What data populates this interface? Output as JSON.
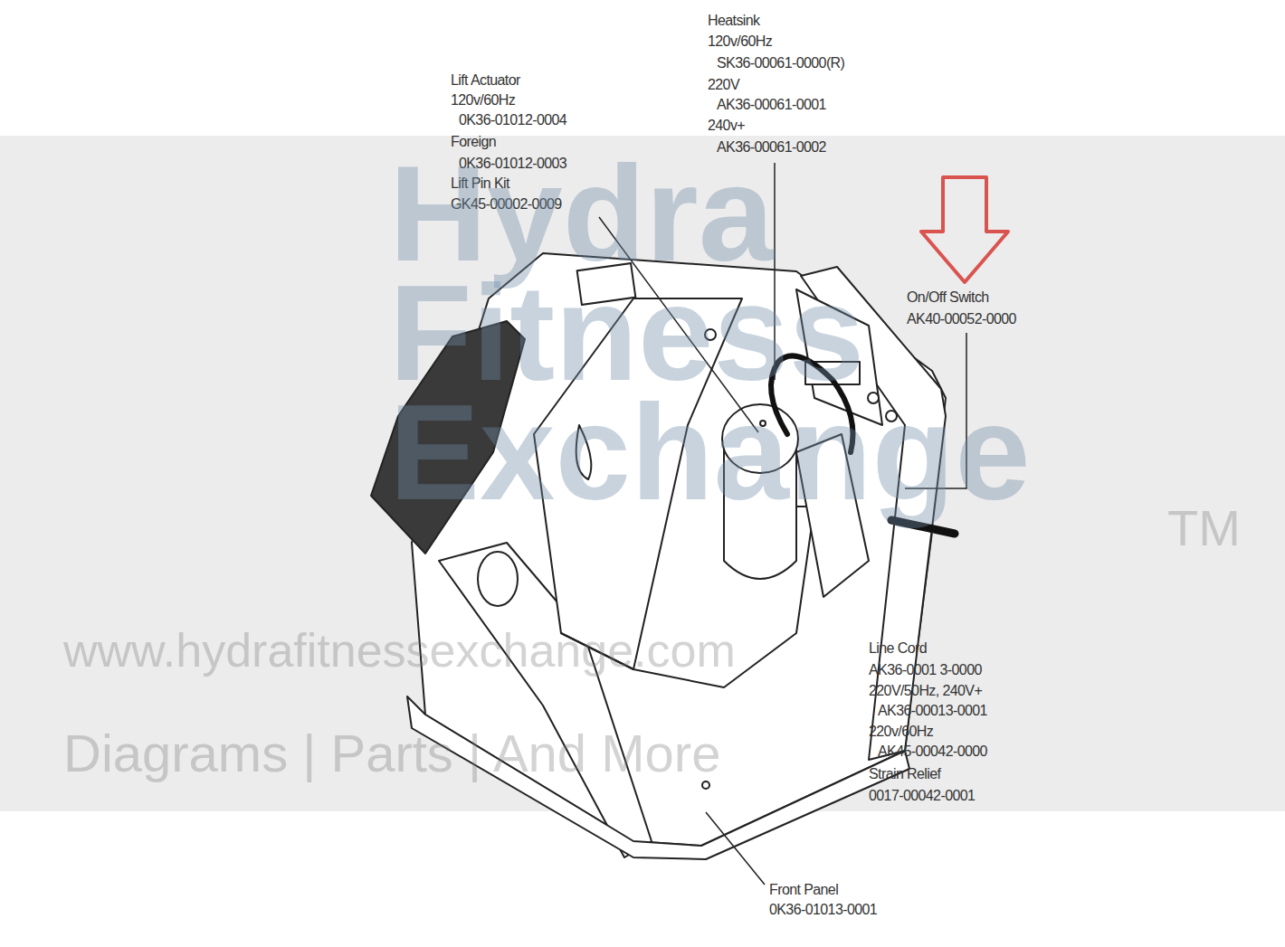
{
  "diagram": {
    "labels": [
      "Lift Actuator",
      "120v/60Hz",
      "0K36-01012-0004",
      "Foreign",
      "0K36-01012-0003",
      "Lift Pin Kit",
      "GK45-00002-0009",
      "Heatsink",
      "120v/60Hz",
      "SK36-00061-0000(R)",
      "220V",
      "AK36-00061-0001",
      "240v+",
      "AK36-00061-0002",
      "On/Off Switch",
      "AK40-00052-0000",
      "Line Cord",
      "AK36-0001 3-0000",
      "220V/50Hz, 240V+",
      "AK36-00013-0001",
      "220v/60Hz",
      "AK45-00042-0000",
      "Strain Relief",
      "0017-00042-0001",
      "Front Panel",
      "0K36-01013-0001",
      "Hydra",
      "Fitness",
      "Exchange",
      "TM",
      "www.hydrafitnessexchange.com",
      "Diagrams | Parts | And More"
    ]
  }
}
